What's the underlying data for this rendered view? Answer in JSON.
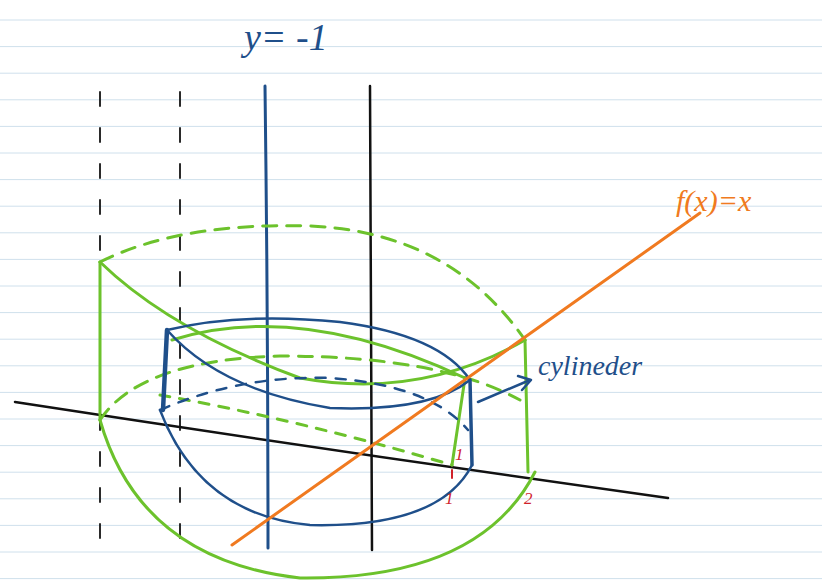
{
  "diagram": {
    "labels": [
      "y= -1",
      "f(x)=x",
      "cylineder",
      "1",
      "1",
      "2"
    ]
  }
}
